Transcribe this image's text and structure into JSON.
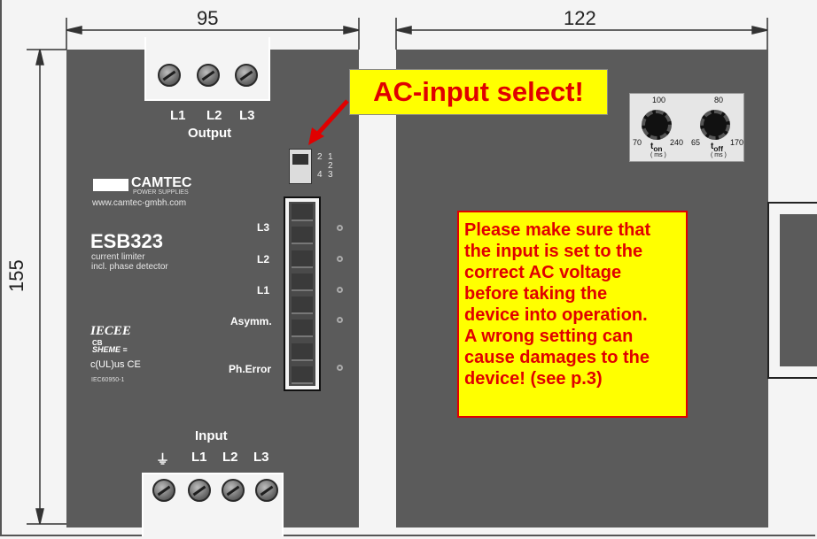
{
  "dimensions": {
    "front_width": "95",
    "side_width": "122",
    "height": "155"
  },
  "front_panel": {
    "output_terminals": [
      "L1",
      "L2",
      "L3"
    ],
    "output_label": "Output",
    "switch_positions": {
      "left": [
        "2",
        "4"
      ],
      "right": [
        "1",
        "2",
        "3"
      ]
    },
    "brand": "CAMTEC",
    "brand_sub": "POWER SUPPLIES",
    "website": "www.camtec-gmbh.com",
    "model": "ESB323",
    "model_desc_1": "current limiter",
    "model_desc_2": "incl. phase detector",
    "signal_labels": [
      "L3",
      "L2",
      "L1",
      "Asymm.",
      "Ph.Error"
    ],
    "cert_iecee": "IECEE",
    "cert_cb": "CB",
    "cert_scheme": "SHEME ≡",
    "cert_ul": "c(UL)us CE",
    "cert_std": "IEC60950-1",
    "input_label": "Input",
    "input_terminals": [
      "⏚",
      "L1",
      "L2",
      "L3"
    ]
  },
  "side_panel": {
    "pot_ton": {
      "top": "100",
      "left": "70",
      "right": "240",
      "label": "t",
      "sub": "on",
      "unit": "( ms )"
    },
    "pot_toff": {
      "top": "80",
      "left": "65",
      "right": "170",
      "label": "t",
      "sub": "off",
      "unit": "( ms )"
    }
  },
  "callout": {
    "text": "AC-input select!"
  },
  "note": {
    "lines": [
      "Please make sure that",
      "the input is set to the",
      "correct AC voltage",
      "before taking the",
      "device into operation.",
      "A wrong setting can",
      "cause damages to the",
      "device! (see p.3)"
    ]
  },
  "colors": {
    "panel": "#5b5b5b",
    "callout_bg": "#ffff00",
    "callout_text": "#e00000",
    "arrow": "#e00000"
  }
}
